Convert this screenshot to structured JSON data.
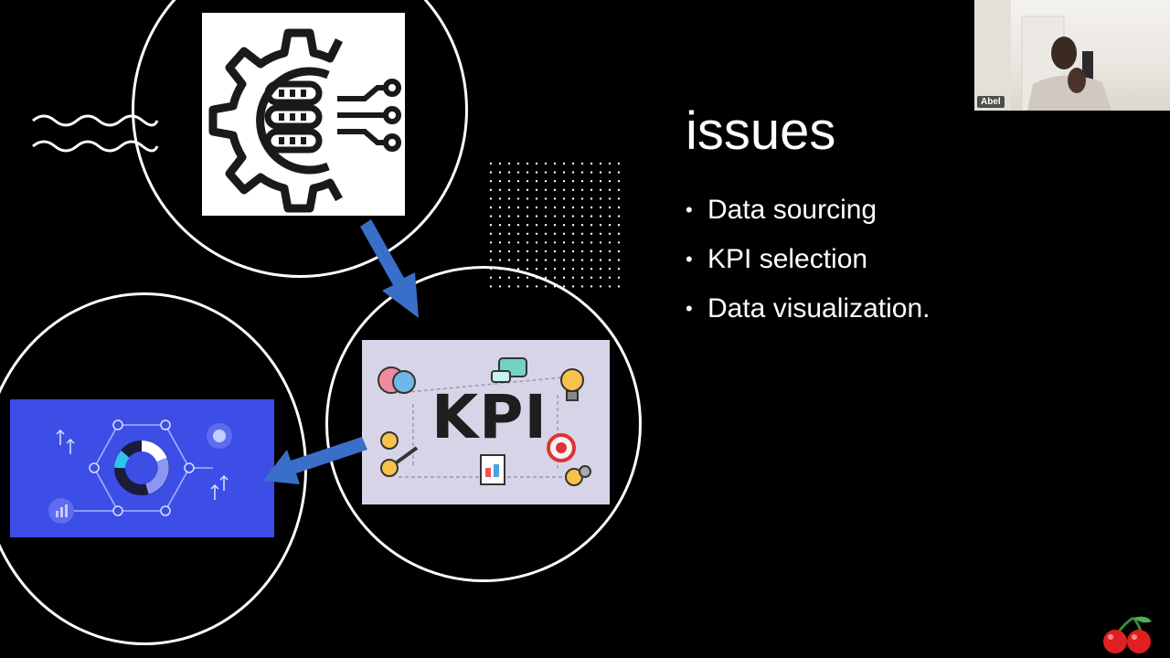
{
  "slide": {
    "title": "issues",
    "bullets": [
      "Data sourcing",
      "KPI selection",
      "Data visualization."
    ],
    "bullet_glyph": "•",
    "kpi_label": "KPI"
  },
  "webcam": {
    "participant_name": "Abel"
  },
  "icons": {
    "gear": "gear-database-icon",
    "kpi": "kpi-illustration",
    "data": "data-dashboard-illustration",
    "arrow": "arrow-icon",
    "wave": "wave-decoration",
    "dots": "dot-grid-decoration",
    "logo": "cherry-logo-icon"
  },
  "colors": {
    "background": "#000000",
    "text": "#ffffff",
    "arrow": "#3a6fc9",
    "kpi_card": "#d8d4e8",
    "data_card": "#3d4ee6"
  }
}
